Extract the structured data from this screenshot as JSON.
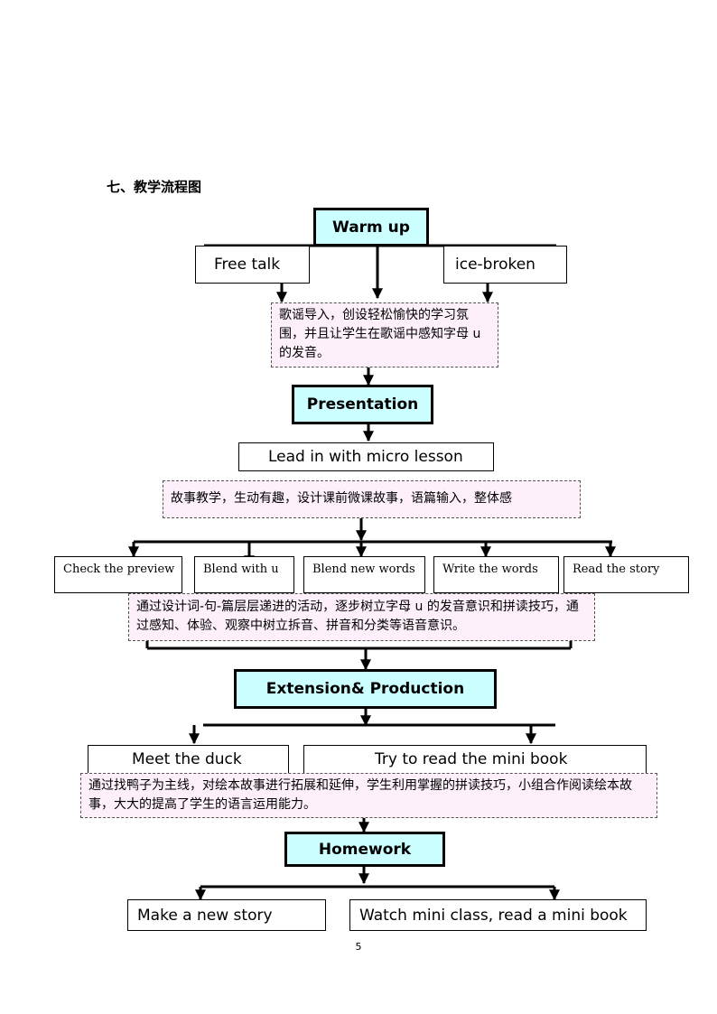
{
  "heading": "七、教学流程图",
  "warmup": {
    "title": "Warm up",
    "options": [
      "Free talk",
      "ice-broken"
    ],
    "note": "歌谣导入，创设轻松愉快的学习氛围，并且让学生在歌谣中感知字母 u 的发音。"
  },
  "presentation": {
    "title": "Presentation",
    "lead": "Lead in with micro lesson",
    "note": "故事教学，生动有趣，设计课前微课故事，语篇输入，整体感",
    "steps": [
      "Check the preview",
      "Blend with u",
      "Blend new words",
      "Write the words",
      "Read the story"
    ],
    "steps_note": "通过设计词-句-篇层层递进的活动，逐步树立字母 u 的发音意识和拼读技巧，通过感知、体验、观察中树立拆音、拼音和分类等语音意识。"
  },
  "extension": {
    "title": "Extension& Production",
    "options": [
      "Meet the duck",
      "Try to read the mini book"
    ],
    "note": "通过找鸭子为主线，对绘本故事进行拓展和延伸，学生利用掌握的拼读技巧，小组合作阅读绘本故事，大大的提高了学生的语言运用能力。"
  },
  "homework": {
    "title": "Homework",
    "options": [
      "Make a new story",
      "Watch mini class, read a mini book"
    ]
  },
  "page_number": "5"
}
